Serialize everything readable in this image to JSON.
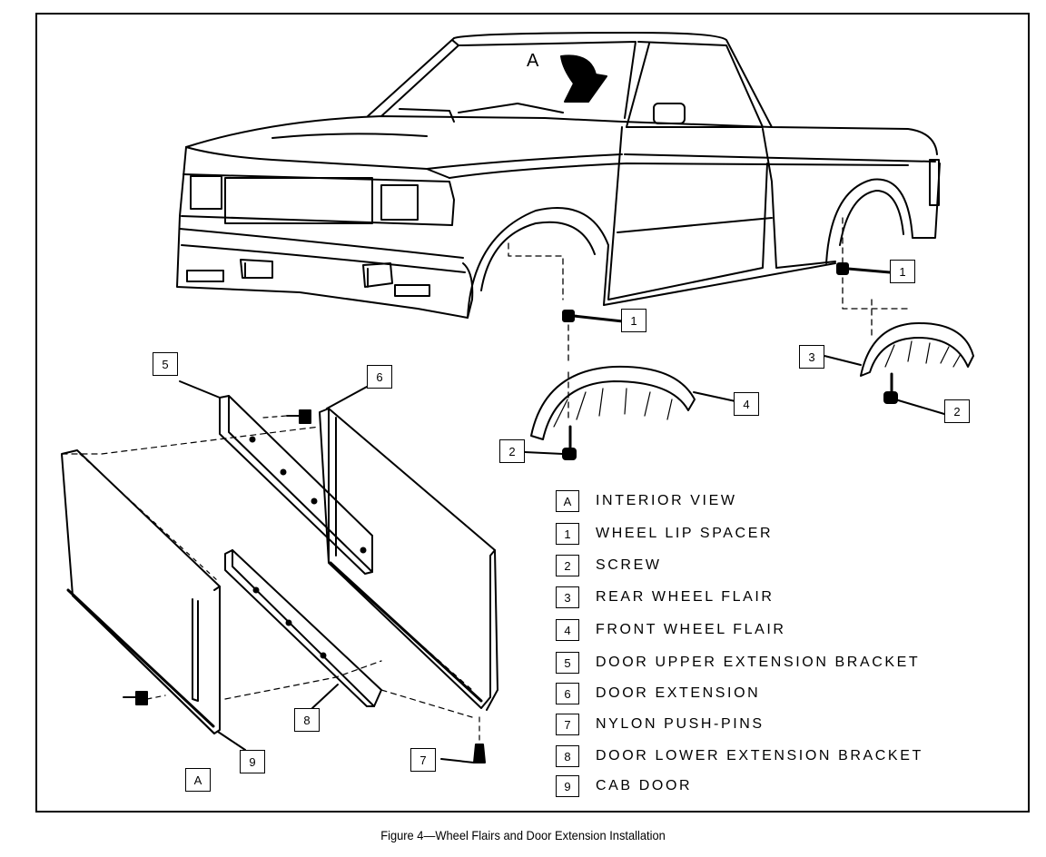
{
  "interior_view_marker": "A",
  "interior_view_box": "A",
  "callouts": {
    "c1_front": "1",
    "c1_rear": "1",
    "c2_front": "2",
    "c2_rear": "2",
    "c3": "3",
    "c4": "4",
    "c5": "5",
    "c6": "6",
    "c7": "7",
    "c8": "8",
    "c9": "9"
  },
  "legend": [
    {
      "key": "A",
      "text": "INTERIOR VIEW"
    },
    {
      "key": "1",
      "text": "WHEEL LIP SPACER"
    },
    {
      "key": "2",
      "text": "SCREW"
    },
    {
      "key": "3",
      "text": "REAR WHEEL FLAIR"
    },
    {
      "key": "4",
      "text": "FRONT WHEEL FLAIR"
    },
    {
      "key": "5",
      "text": "DOOR UPPER EXTENSION BRACKET"
    },
    {
      "key": "6",
      "text": "DOOR EXTENSION"
    },
    {
      "key": "7",
      "text": "NYLON PUSH-PINS"
    },
    {
      "key": "8",
      "text": "DOOR LOWER EXTENSION BRACKET"
    },
    {
      "key": "9",
      "text": "CAB DOOR"
    }
  ],
  "caption": "Figure 4—Wheel Flairs and Door Extension Installation"
}
